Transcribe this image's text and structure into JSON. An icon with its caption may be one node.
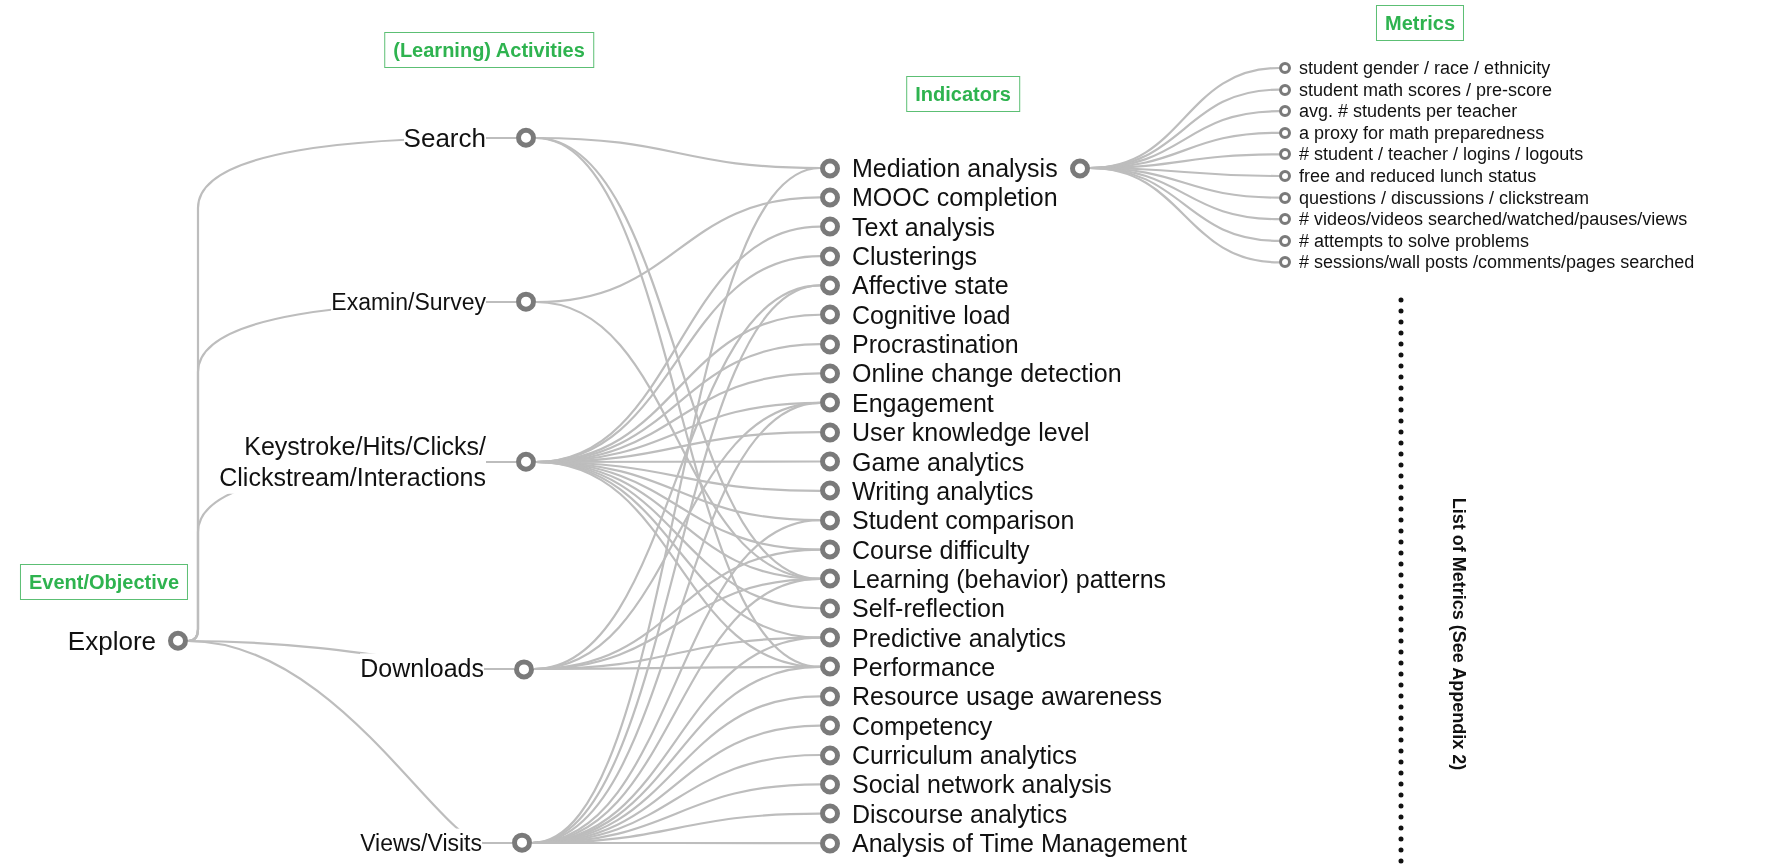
{
  "diagram": {
    "nodes": [
      {
        "text": [
          "(Learning) Activities"
        ]
      },
      {
        "text": [
          "Indicators"
        ]
      },
      {
        "text": [
          "Metrics"
        ]
      },
      {
        "text": [
          "Event/Objective"
        ]
      },
      {
        "text": [
          "Explore"
        ]
      },
      {
        "text": [
          "Search"
        ]
      },
      {
        "text": [
          "Examin/Survey"
        ]
      },
      {
        "text": [
          "Keystroke/Hits/Clicks/ Clickstream/Interactions"
        ]
      },
      {
        "text": [
          "Downloads"
        ]
      },
      {
        "text": [
          "Views/Visits"
        ]
      },
      {
        "text": [
          "Mediation analysis"
        ]
      },
      {
        "text": [
          "MOOC completion"
        ]
      },
      {
        "text": [
          "Text analysis"
        ]
      },
      {
        "text": [
          "Clusterings"
        ]
      },
      {
        "text": [
          "Affective state"
        ]
      },
      {
        "text": [
          "Cognitive load"
        ]
      },
      {
        "text": [
          "Procrastination"
        ]
      },
      {
        "text": [
          "Online change detection"
        ]
      },
      {
        "text": [
          "Engagement"
        ]
      },
      {
        "text": [
          "User knowledge level"
        ]
      },
      {
        "text": [
          "Game analytics"
        ]
      },
      {
        "text": [
          "Writing analytics"
        ]
      },
      {
        "text": [
          "Student comparison"
        ]
      },
      {
        "text": [
          "Course difficulty"
        ]
      },
      {
        "text": [
          "Learning (behavior) patterns"
        ]
      },
      {
        "text": [
          "Self-reflection"
        ]
      },
      {
        "text": [
          "Predictive analytics"
        ]
      },
      {
        "text": [
          "Performance"
        ]
      },
      {
        "text": [
          "Resource usage awareness"
        ]
      },
      {
        "text": [
          "Competency"
        ]
      },
      {
        "text": [
          "Curriculum analytics"
        ]
      },
      {
        "text": [
          "Social network analysis"
        ]
      },
      {
        "text": [
          "Discourse analytics"
        ]
      },
      {
        "text": [
          "Analysis of Time Management"
        ]
      },
      {
        "text": [
          "student gender / race / ethnicity"
        ]
      },
      {
        "text": [
          "student math scores / pre-score"
        ]
      },
      {
        "text": [
          "avg. # students per teacher"
        ]
      },
      {
        "text": [
          "a proxy for math preparedness"
        ]
      },
      {
        "text": [
          "# student / teacher / logins / logouts"
        ]
      },
      {
        "text": [
          "free and reduced lunch status"
        ]
      },
      {
        "text": [
          "questions / discussions / clickstream"
        ]
      },
      {
        "text": [
          "# videos/videos searched/watched/pauses/views"
        ]
      },
      {
        "text": [
          "# attempts to solve problems"
        ]
      },
      {
        "text": [
          "# sessions/wall posts /comments/pages searched"
        ]
      }
    ],
    "edges": [
      {
        "from": 4,
        "to": 5,
        "arrow": "none"
      },
      {
        "from": 4,
        "to": 6,
        "arrow": "none"
      },
      {
        "from": 4,
        "to": 7,
        "arrow": "none"
      },
      {
        "from": 4,
        "to": 8,
        "arrow": "none"
      },
      {
        "from": 4,
        "to": 9,
        "arrow": "none"
      },
      {
        "from": 5,
        "to": 10,
        "arrow": "none"
      },
      {
        "from": 5,
        "to": 24,
        "arrow": "none"
      },
      {
        "from": 5,
        "to": 27,
        "arrow": "none"
      },
      {
        "from": 6,
        "to": 11,
        "arrow": "none"
      },
      {
        "from": 6,
        "to": 24,
        "arrow": "none"
      },
      {
        "from": 7,
        "to": 12,
        "arrow": "none"
      },
      {
        "from": 7,
        "to": 13,
        "arrow": "none"
      },
      {
        "from": 7,
        "to": 15,
        "arrow": "none"
      },
      {
        "from": 7,
        "to": 16,
        "arrow": "none"
      },
      {
        "from": 7,
        "to": 17,
        "arrow": "none"
      },
      {
        "from": 7,
        "to": 18,
        "arrow": "none"
      },
      {
        "from": 7,
        "to": 19,
        "arrow": "none"
      },
      {
        "from": 7,
        "to": 20,
        "arrow": "none"
      },
      {
        "from": 7,
        "to": 21,
        "arrow": "none"
      },
      {
        "from": 7,
        "to": 22,
        "arrow": "none"
      },
      {
        "from": 7,
        "to": 23,
        "arrow": "none"
      },
      {
        "from": 7,
        "to": 24,
        "arrow": "none"
      },
      {
        "from": 7,
        "to": 25,
        "arrow": "none"
      },
      {
        "from": 7,
        "to": 26,
        "arrow": "none"
      },
      {
        "from": 7,
        "to": 27,
        "arrow": "none"
      },
      {
        "from": 8,
        "to": 14,
        "arrow": "none"
      },
      {
        "from": 8,
        "to": 18,
        "arrow": "none"
      },
      {
        "from": 8,
        "to": 23,
        "arrow": "none"
      },
      {
        "from": 8,
        "to": 24,
        "arrow": "none"
      },
      {
        "from": 8,
        "to": 26,
        "arrow": "none"
      },
      {
        "from": 8,
        "to": 27,
        "arrow": "none"
      },
      {
        "from": 9,
        "to": 10,
        "arrow": "none"
      },
      {
        "from": 9,
        "to": 14,
        "arrow": "none"
      },
      {
        "from": 9,
        "to": 18,
        "arrow": "none"
      },
      {
        "from": 9,
        "to": 22,
        "arrow": "none"
      },
      {
        "from": 9,
        "to": 24,
        "arrow": "none"
      },
      {
        "from": 9,
        "to": 26,
        "arrow": "none"
      },
      {
        "from": 9,
        "to": 27,
        "arrow": "none"
      },
      {
        "from": 9,
        "to": 28,
        "arrow": "none"
      },
      {
        "from": 9,
        "to": 29,
        "arrow": "none"
      },
      {
        "from": 9,
        "to": 30,
        "arrow": "none"
      },
      {
        "from": 9,
        "to": 31,
        "arrow": "none"
      },
      {
        "from": 9,
        "to": 32,
        "arrow": "none"
      },
      {
        "from": 9,
        "to": 33,
        "arrow": "none"
      },
      {
        "from": 10,
        "to": 34,
        "arrow": "none"
      },
      {
        "from": 10,
        "to": 35,
        "arrow": "none"
      },
      {
        "from": 10,
        "to": 36,
        "arrow": "none"
      },
      {
        "from": 10,
        "to": 37,
        "arrow": "none"
      },
      {
        "from": 10,
        "to": 38,
        "arrow": "none"
      },
      {
        "from": 10,
        "to": 39,
        "arrow": "none"
      },
      {
        "from": 10,
        "to": 40,
        "arrow": "none"
      },
      {
        "from": 10,
        "to": 41,
        "arrow": "none"
      },
      {
        "from": 10,
        "to": 42,
        "arrow": "none"
      },
      {
        "from": 10,
        "to": 43,
        "arrow": "none"
      }
    ],
    "labels": [
      "List of Metrics (See Appendix 2)"
    ]
  }
}
